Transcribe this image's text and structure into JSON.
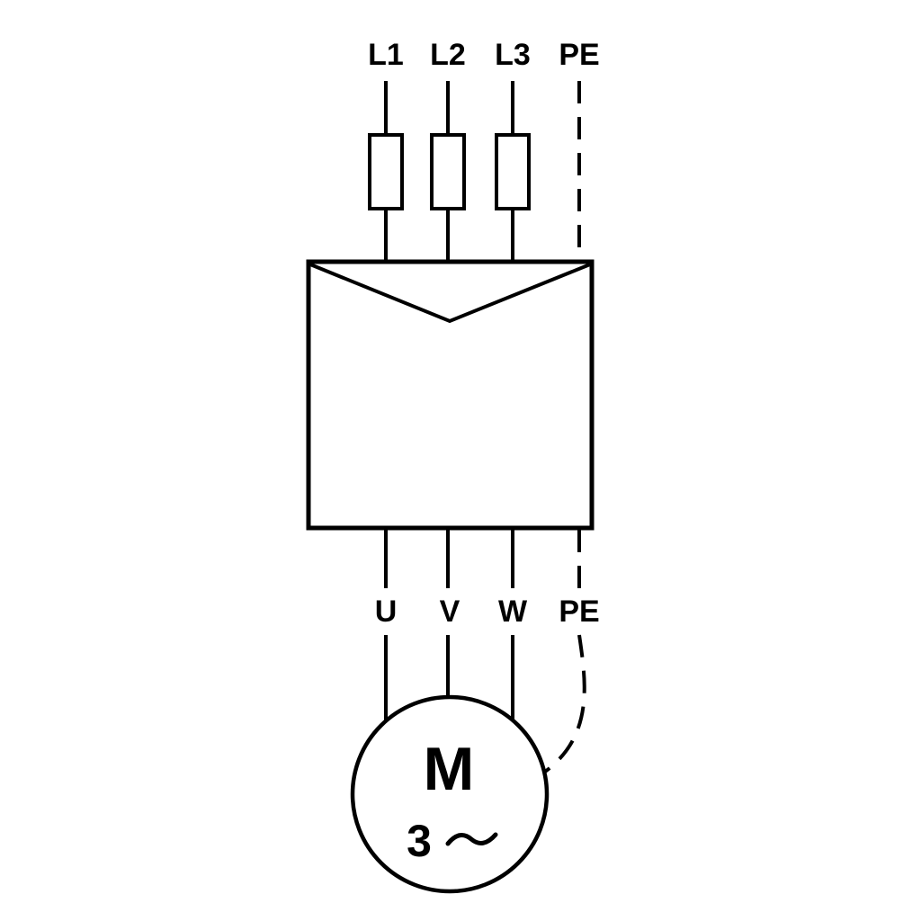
{
  "diagram": {
    "type": "three-phase-motor-wiring-schematic",
    "supply_terminals": {
      "l1": "L1",
      "l2": "L2",
      "l3": "L3",
      "pe": "PE"
    },
    "motor_terminals": {
      "u": "U",
      "v": "V",
      "w": "W",
      "pe": "PE"
    },
    "motor": {
      "designation": "M",
      "phases": "3",
      "ac_symbol_icon": "sine-tilde-icon"
    },
    "colors": {
      "line": "#000000",
      "background": "#ffffff"
    }
  }
}
